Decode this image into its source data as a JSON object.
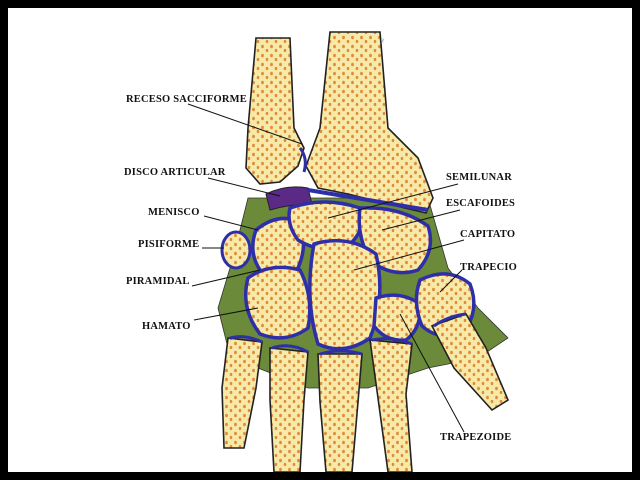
{
  "colors": {
    "bone": "#f7e9a8",
    "bone_spots": "#e08a3a",
    "cartilage": "#2e2fa8",
    "ligament": "#5b7a2e",
    "disc": "#5a2a86",
    "outline": "#222222"
  },
  "labels": {
    "receso": "RECESO SACCIFORME",
    "disco": "DISCO ARTICULAR",
    "menisco": "MENISCO",
    "pisiforme": "PISIFORME",
    "piramidal": "PIRAMIDAL",
    "hamato": "HAMATO",
    "semilunar": "SEMILUNAR",
    "escafoides": "ESCAFOIDES",
    "capitato": "CAPITATO",
    "trapecio": "TRAPECIO",
    "trapezoide": "TRAPEZOIDE"
  }
}
